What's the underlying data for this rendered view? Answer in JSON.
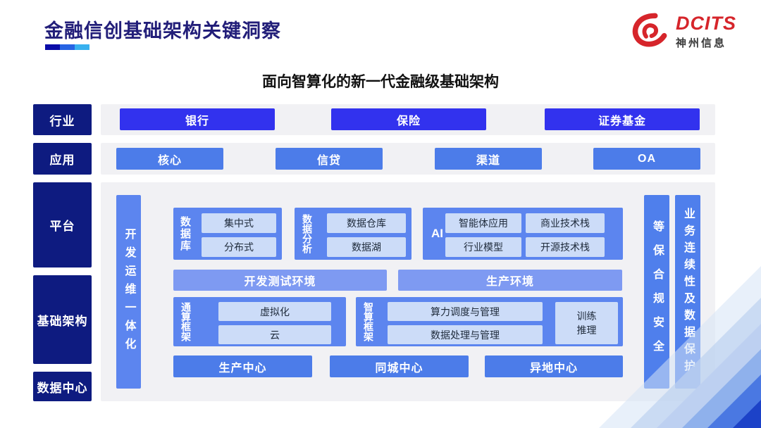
{
  "header": {
    "title": "金融信创基础架构关键洞察",
    "logo": {
      "brand": "DCITS",
      "company": "神州信息"
    }
  },
  "subtitle": "面向智算化的新一代金融级基础架构",
  "rail": [
    "行业",
    "应用",
    "平台",
    "基础架构",
    "数据中心"
  ],
  "industry": [
    "银行",
    "保险",
    "证券基金"
  ],
  "application": [
    "核心",
    "信贷",
    "渠道",
    "OA"
  ],
  "platform": {
    "devops": "开发运维一体化",
    "database": {
      "label": "数据库",
      "items": [
        "集中式",
        "分布式"
      ]
    },
    "analytics": {
      "label": "数据分析",
      "items": [
        "数据仓库",
        "数据湖"
      ]
    },
    "ai": {
      "label": "AI",
      "items": [
        "智能体应用",
        "商业技术栈",
        "行业模型",
        "开源技术栈"
      ]
    },
    "environments": [
      "开发测试环境",
      "生产环境"
    ],
    "general_framework": {
      "label": "通算框架",
      "items": [
        "虚拟化",
        "云"
      ]
    },
    "ai_framework": {
      "label": "智算框架",
      "items": [
        "算力调度与管理",
        "数据处理与管理"
      ],
      "side": "训练推理"
    },
    "centers": [
      "生产中心",
      "同城中心",
      "异地中心"
    ],
    "assurance_bars": [
      "等保合规安全",
      "业务连续性及数据保护"
    ]
  },
  "colors": {
    "title_navy": "#221E79",
    "rail_navy": "#0E1B80",
    "industry_blue": "#3232EE",
    "app_blue": "#4C7CE9",
    "group_blue": "#5C85EF",
    "env_blue": "#7E9AF2",
    "inner_light_blue": "#CCDCF8",
    "strip_gray": "#F1F1F4",
    "logo_red": "#D6252B"
  }
}
